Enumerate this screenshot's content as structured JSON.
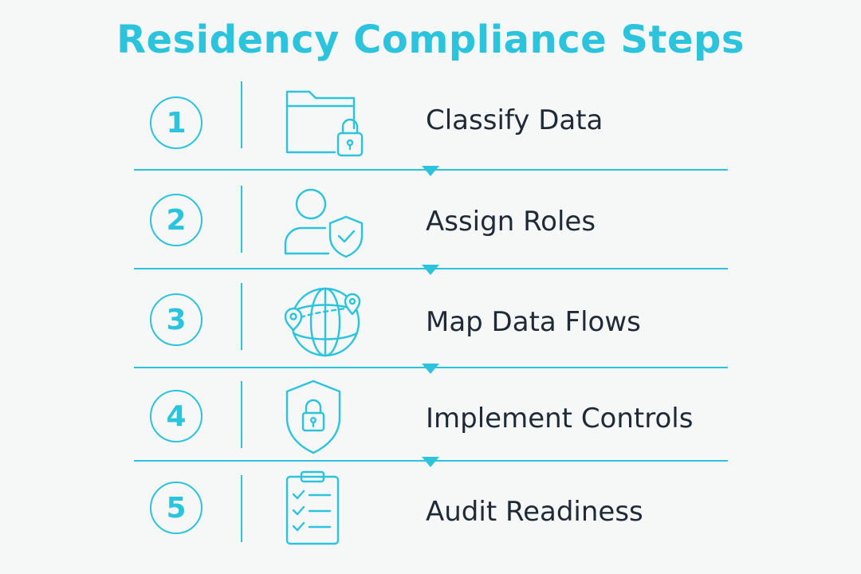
{
  "title": "Residency Compliance Steps",
  "colors": {
    "accent": "#2cc3dc",
    "text": "#1f2a36",
    "background": "#f6f8f8"
  },
  "steps": [
    {
      "number": "1",
      "label": "Classify Data",
      "icon": "folder-lock-icon"
    },
    {
      "number": "2",
      "label": "Assign Roles",
      "icon": "user-shield-icon"
    },
    {
      "number": "3",
      "label": "Map Data Flows",
      "icon": "globe-route-icon"
    },
    {
      "number": "4",
      "label": "Implement Controls",
      "icon": "shield-lock-icon"
    },
    {
      "number": "5",
      "label": "Audit Readiness",
      "icon": "clipboard-checklist-icon"
    }
  ]
}
